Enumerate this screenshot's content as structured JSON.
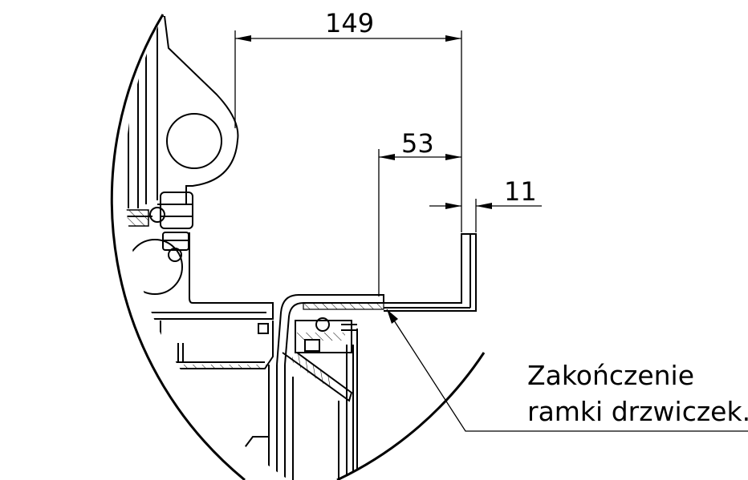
{
  "dimensions": [
    {
      "id": "dim-149",
      "label": "149"
    },
    {
      "id": "dim-53",
      "label": "53"
    },
    {
      "id": "dim-11",
      "label": "11"
    }
  ],
  "annotation": {
    "line1": "Zakończenie",
    "line2": "ramki drzwiczek."
  }
}
